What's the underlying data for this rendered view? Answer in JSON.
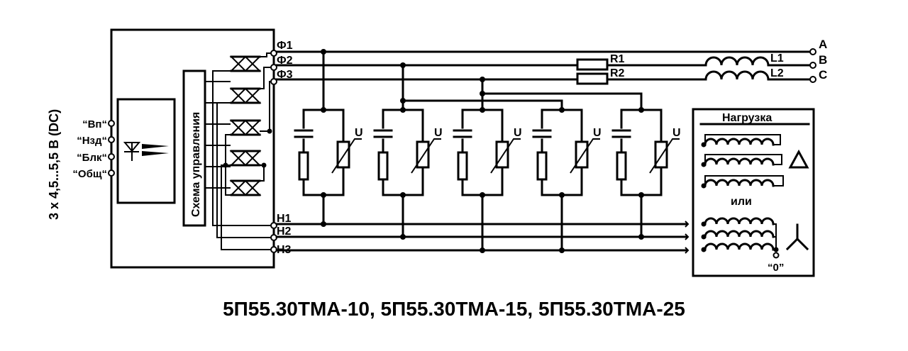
{
  "supply_label": "3 x 4,5...5,5 В (DC)",
  "control_pins": [
    "“Вп“",
    "“Нзд“",
    "“Блк“",
    "“Общ“"
  ],
  "control_block_label": "Схема управления",
  "input_terminals": [
    "Ф1",
    "Ф2",
    "Ф3"
  ],
  "output_terminals": [
    "Н1",
    "Н2",
    "Н3"
  ],
  "line_labels": [
    "A",
    "B",
    "C"
  ],
  "resistors": [
    "R1",
    "R2"
  ],
  "inductors": [
    "L1",
    "L2"
  ],
  "varistor_label": "U",
  "load": {
    "title": "Нагрузка",
    "or_label": "или",
    "neutral_label": "“0”"
  },
  "models_caption": "5П55.30ТМА-10, 5П55.30ТМА-15, 5П55.30ТМА-25"
}
